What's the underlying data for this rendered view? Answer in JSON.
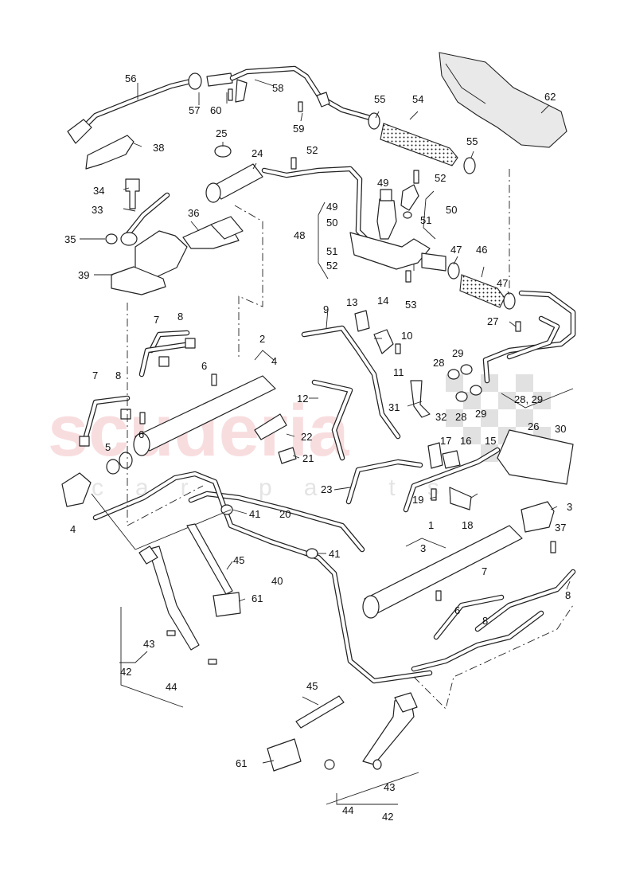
{
  "watermark": {
    "main_text": "scuderia",
    "sub_text": "car parts",
    "main_color": "#f0b4ba",
    "sub_color": "#c8c8c8"
  },
  "colors": {
    "line": "#222222",
    "background": "#ffffff"
  },
  "callouts": {
    "c56": "56",
    "c57": "57",
    "c60": "60",
    "c58": "58",
    "c59": "59",
    "c55a": "55",
    "c54": "54",
    "c55b": "55",
    "c62": "62",
    "c38": "38",
    "c25": "25",
    "c24": "24",
    "c52a": "52",
    "c52b": "52",
    "c34": "34",
    "c33": "33",
    "c35": "35",
    "c36": "36",
    "c39": "39",
    "c49a": "49",
    "c50a": "50",
    "c48": "48",
    "c51a": "51",
    "c52c": "52",
    "c49b": "49",
    "c50b": "50",
    "c51b": "51",
    "c53": "53",
    "c47a": "47",
    "c46": "46",
    "c47b": "47",
    "c27": "27",
    "c7a": "7",
    "c8a": "8",
    "c2": "2",
    "c4a": "4",
    "c9": "9",
    "c13": "13",
    "c14": "14",
    "c10": "10",
    "c11": "11",
    "c6a": "6",
    "c28a": "28",
    "c29a": "29",
    "c7b": "7",
    "c8b": "8",
    "c12": "12",
    "c31": "31",
    "c32": "32",
    "c28b": "28",
    "c29b": "29",
    "c2829": "28, 29",
    "c26": "26",
    "c30": "30",
    "c6b": "6",
    "c5": "5",
    "c22": "22",
    "c17": "17",
    "c16": "16",
    "c15": "15",
    "c21": "21",
    "c23": "23",
    "c19": "19",
    "c3a": "3",
    "c4b": "4",
    "c41a": "41",
    "c20": "20",
    "c18": "18",
    "c1": "1",
    "c37": "37",
    "c3b": "3",
    "c45a": "45",
    "c41b": "41",
    "c40": "40",
    "c61a": "61",
    "c7c": "7",
    "c6c": "6",
    "c8c": "8",
    "c8d": "8",
    "c43a": "43",
    "c42a": "42",
    "c44a": "44",
    "c45b": "45",
    "c61b": "61",
    "c43b": "43",
    "c44b": "44",
    "c42b": "42"
  }
}
